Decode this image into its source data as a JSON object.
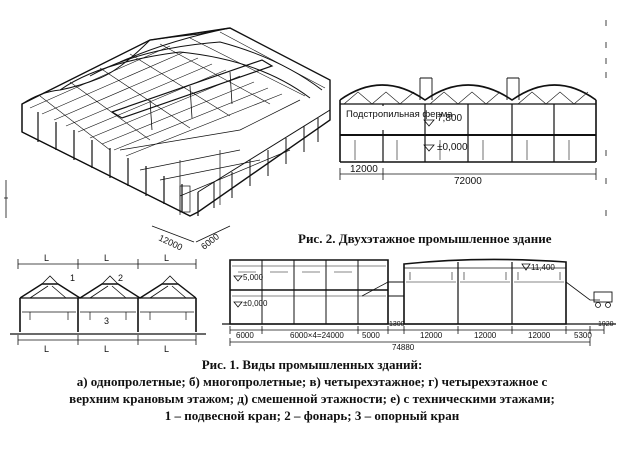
{
  "fig2": {
    "caption": "Рис. 2. Двухэтажное промышленное здание",
    "truss_label": "Подстропильная ферма",
    "elev_upper": "7,800",
    "elev_lower": "±0,000",
    "dim_left": "12000",
    "dim_total": "72000"
  },
  "isometric": {
    "dim_span": "12000",
    "dim_pitch": "6000"
  },
  "fig1_left": {
    "label_L": "L",
    "marker_1": "1",
    "marker_2": "2",
    "marker_3": "3"
  },
  "fig1_right": {
    "elev_upper": "5,000",
    "elev_lower": "±0,000",
    "elev_high": "11,400",
    "dims": [
      "6000",
      "6000×4=24000",
      "5000",
      "1300",
      "12000",
      "12000",
      "12000",
      "5300",
      "1920"
    ],
    "dim_total": "74880"
  },
  "fig1": {
    "caption_lines": [
      "Рис. 1. Виды промышленных зданий:",
      "а) однопролетные; б) многопролетные; в) четырехэтажное; г) четырехэтажное с",
      "верхним крановым этажом; д) смешенной этажности; е) с техническими этажами;",
      "1 – подвесной кран; 2 – фонарь; 3 – опорный кран"
    ]
  }
}
